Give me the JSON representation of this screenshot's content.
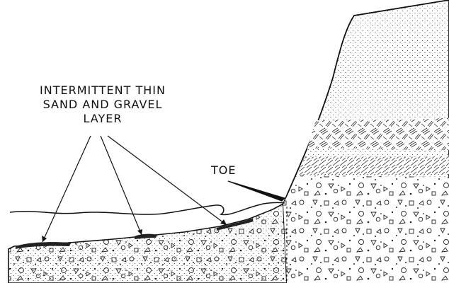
{
  "labels": {
    "layer_line1": "INTERMITTENT THIN",
    "layer_line2": "SAND AND GRAVEL",
    "layer_line3": "LAYER",
    "toe": "TOE"
  }
}
